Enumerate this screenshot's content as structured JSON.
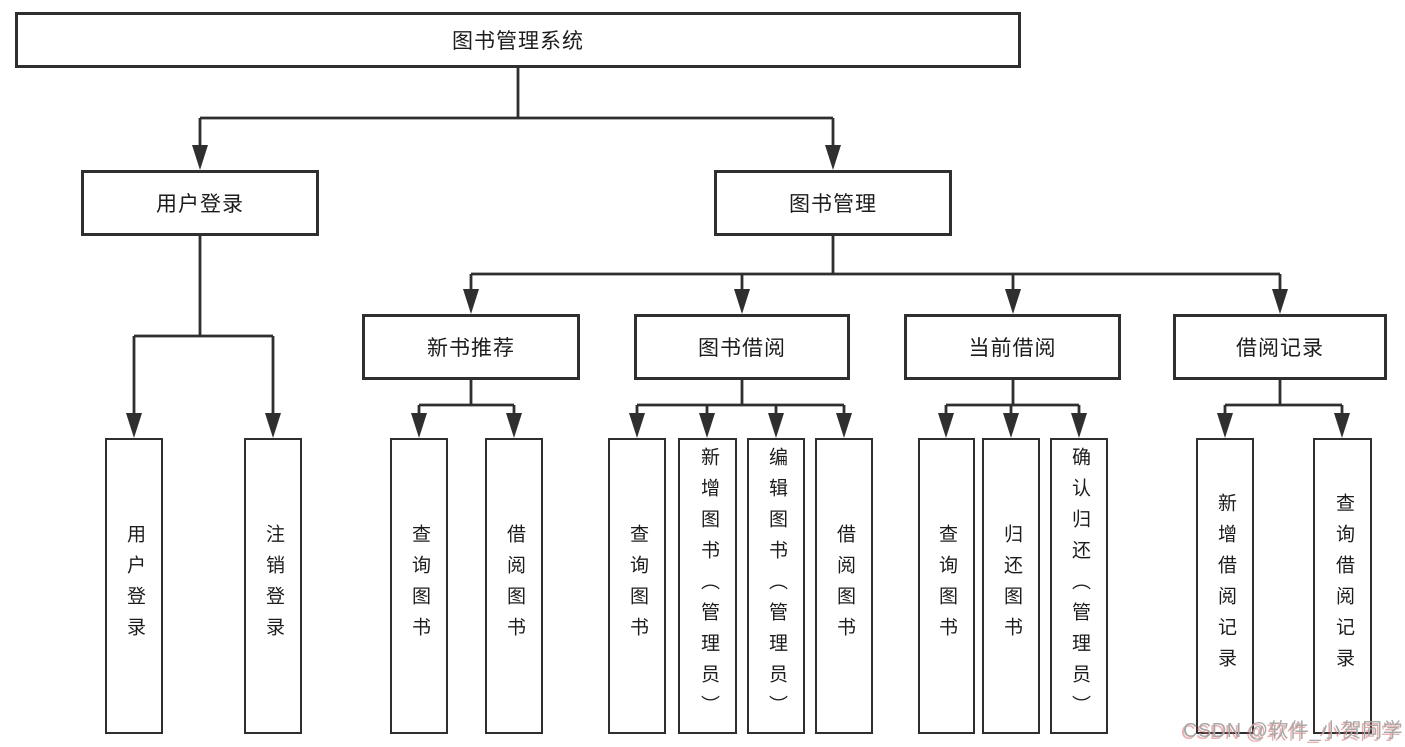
{
  "tree": {
    "root": {
      "label": "图书管理系统"
    },
    "children": [
      {
        "label": "用户登录",
        "children": [
          {
            "label": "用户登录"
          },
          {
            "label": "注销登录"
          }
        ]
      },
      {
        "label": "图书管理",
        "children": [
          {
            "label": "新书推荐",
            "children": [
              {
                "label": "查询图书"
              },
              {
                "label": "借阅图书"
              }
            ]
          },
          {
            "label": "图书借阅",
            "children": [
              {
                "label": "查询图书"
              },
              {
                "label": "新增图书（管理员）"
              },
              {
                "label": "编辑图书（管理员）"
              },
              {
                "label": "借阅图书"
              }
            ]
          },
          {
            "label": "当前借阅",
            "children": [
              {
                "label": "查询图书"
              },
              {
                "label": "归还图书"
              },
              {
                "label": "确认归还（管理员）"
              }
            ]
          },
          {
            "label": "借阅记录",
            "children": [
              {
                "label": "新增借阅记录"
              },
              {
                "label": "查询借阅记录"
              }
            ]
          }
        ]
      }
    ]
  },
  "watermark": "CSDN @软件_小贺同学",
  "colors": {
    "line": "#2f2f2f",
    "box_border": "#2f2f2f",
    "text": "#1c1c1c",
    "background": "#ffffff",
    "watermark_gray": "#a8a8a8",
    "watermark_red": "#d66262"
  }
}
